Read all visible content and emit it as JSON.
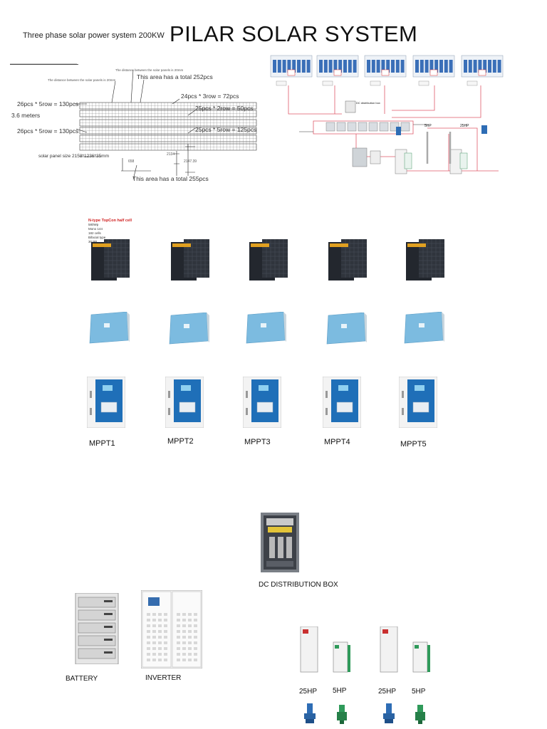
{
  "header": {
    "subtitle": "Three phase solar power system 200KW",
    "title": "PILAR SOLAR SYSTEM"
  },
  "layout_diagram": {
    "note_top_a": "The distance between the solar panels is 20mm",
    "note_top_b": "The distance between the solar panels is 20mm",
    "area_top": "This area has a total 252pcs",
    "row1_left": "26pcs * 5row = 130pcs",
    "row1_right": "24pcs * 3row = 72pcs",
    "row2_right": "25pcs * 2row = 50pcs",
    "height_label": "3.6 meters",
    "row3_left": "26pcs * 5row = 130pcs",
    "row3_right": "25pcs * 5row = 125pcs",
    "panel_size": "solar panel size 2158*1236*35mm",
    "area_bottom": "This area has a total 255pcs",
    "dim_a": "2134",
    "dim_b": "2147.39",
    "dim_c": "658"
  },
  "schematic": {
    "hp_a": "5HP",
    "hp_b": "25HP",
    "dc_box": "DC distribution box"
  },
  "panel_caption": {
    "line1": "N-type TopCon half cell",
    "lines": [
      "580Wp",
      "Mono 144",
      "182 cells",
      "Bifacial type",
      "30 BB"
    ]
  },
  "mppt_labels": [
    "MPPT1",
    "MPPT2",
    "MPPT3",
    "MPPT4",
    "MPPT5"
  ],
  "dc_box_label": "DC DISTRIBUTION BOX",
  "battery_label": "BATTERY",
  "inverter_label": "INVERTER",
  "pump_labels": [
    "25HP",
    "5HP",
    "25HP",
    "5HP"
  ],
  "colors": {
    "panel": "#2a2e36",
    "controller": "#6fb3d8",
    "mppt_blue": "#1f6fb8",
    "cabinet": "#f2f2f2",
    "pump_blue": "#2e6db5",
    "pump_green": "#2f9a5a"
  }
}
